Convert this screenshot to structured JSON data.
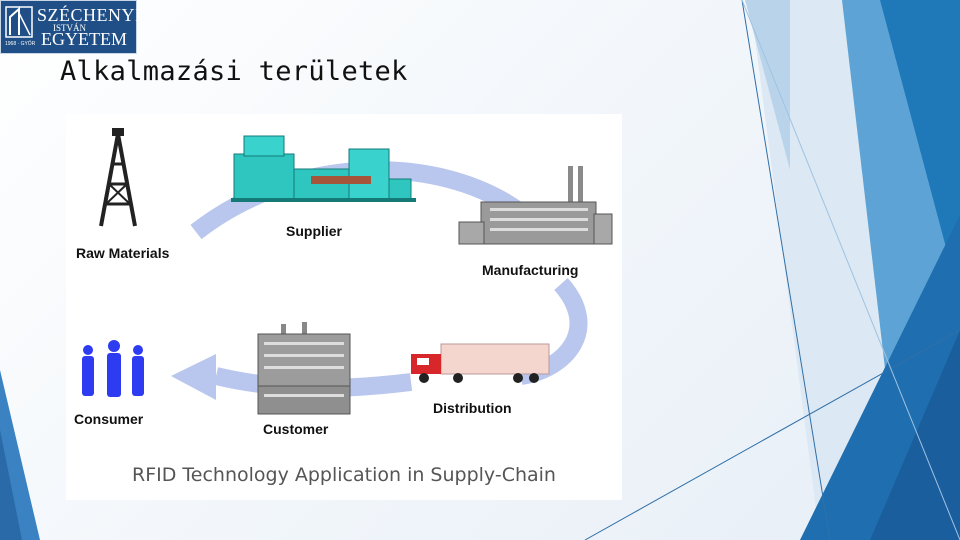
{
  "logo": {
    "line1": "SZÉCHENYI",
    "line2": "ISTVÁN",
    "line3": "EGYETEM",
    "year": "1968 · GYŐR"
  },
  "slide": {
    "title": "Alkalmazási területek"
  },
  "figure": {
    "labels": {
      "raw_materials": "Raw Materials",
      "supplier": "Supplier",
      "manufacturing": "Manufacturing",
      "distribution": "Distribution",
      "customer": "Customer",
      "consumer": "Consumer"
    },
    "caption": "RFID Technology Application in Supply-Chain"
  },
  "colors": {
    "arrow": "#b9c6ee",
    "supplier_plant": "#2fc6c0",
    "factory": "#9a9a9a",
    "truck_cab": "#d7272b",
    "trailer": "#f4d6cf",
    "consumer": "#2d3cf0",
    "logo_bg": "#1f4f86"
  }
}
